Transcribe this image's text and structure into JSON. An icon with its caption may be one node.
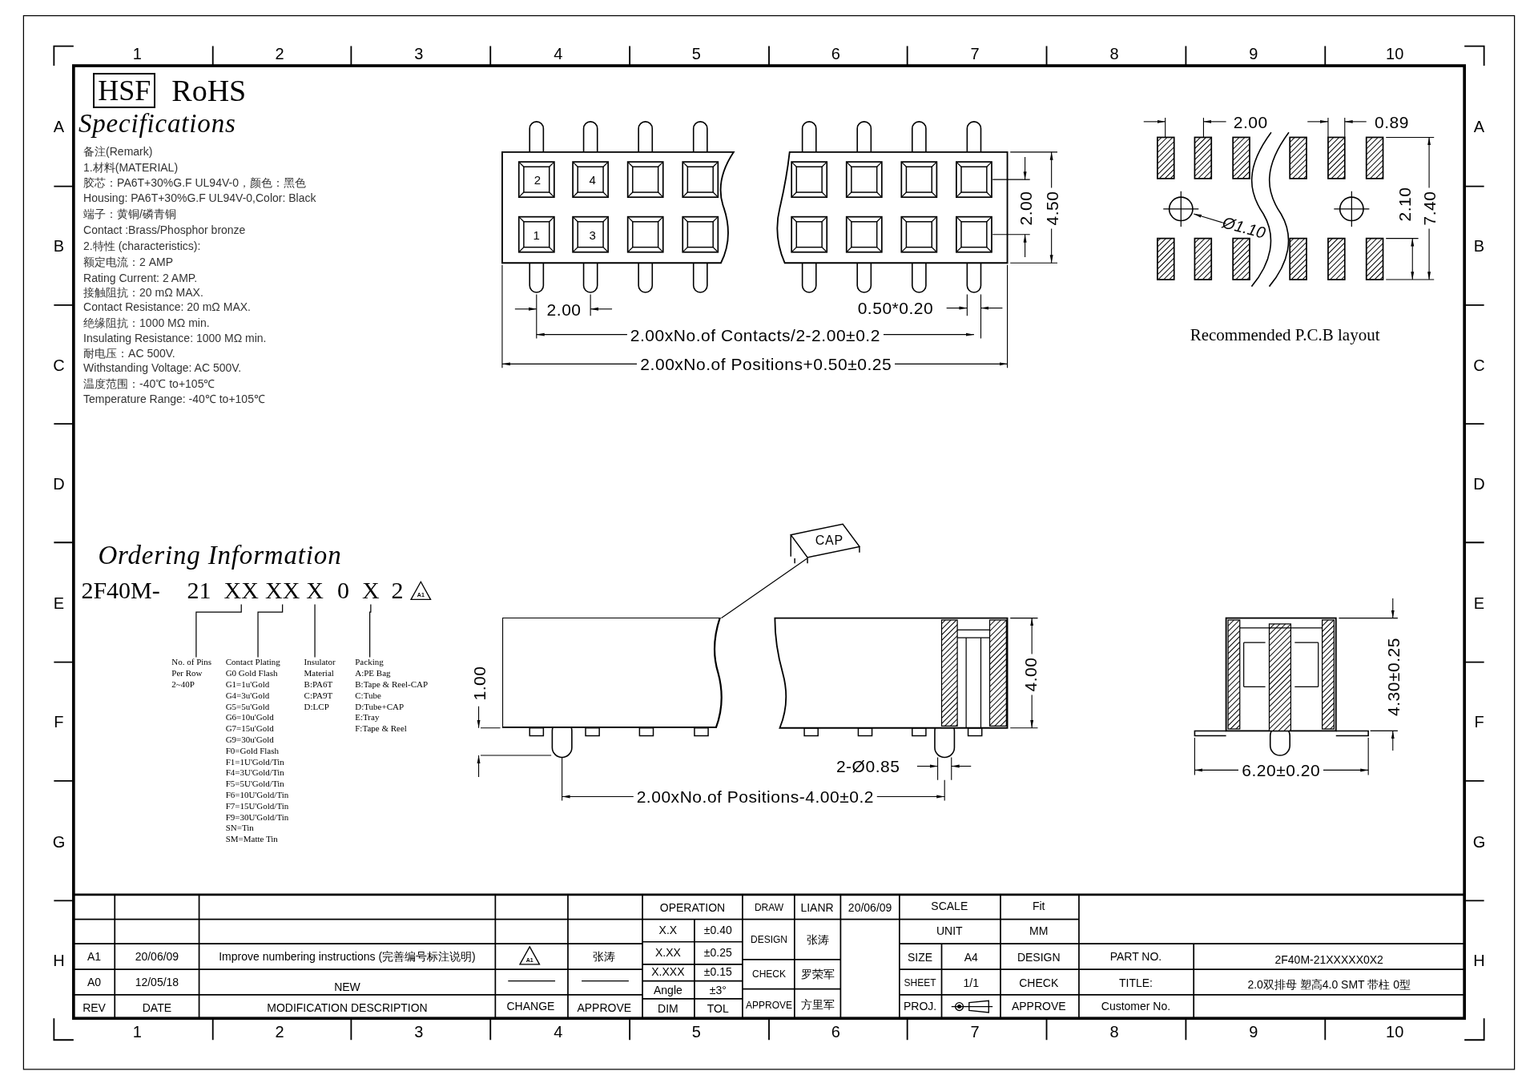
{
  "diagram": {
    "nodes": [
      {
        "text": [
          "XX"
        ]
      },
      {
        "text": [
          "XX"
        ]
      },
      {
        "text": [
          "X"
        ]
      },
      {
        "text": [
          "X"
        ]
      },
      {
        "text": [
          "No. of Pins Per Row",
          "2~40P"
        ]
      },
      {
        "text": [
          "Contact Plating",
          "G0 Gold Flash",
          "G1=1u'Gold",
          "G4=3u'Gold",
          "G5=5u'Gold",
          "G6=10u'Gold",
          "G7=15u'Gold",
          "G9=30u'Gold",
          "F0=Gold Flash",
          "F1=1U'Gold/Tin",
          "F4=3U'Gold/Tin",
          "F5=5U'Gold/Tin",
          "F6=10U'Gold/Tin",
          "F7=15U'Gold/Tin",
          "F9=30U'Gold/Tin",
          "SN=Tin",
          "SM=Matte Tin"
        ]
      },
      {
        "text": [
          "Insulator Material",
          "B:PA6T",
          "C:PA9T",
          "D:LCP"
        ]
      },
      {
        "text": [
          "Packing",
          "A:PE Bag",
          "B:Tape & Reel-CAP",
          "C:Tube",
          "D:Tube+CAP",
          "E:Tray",
          "F:Tape & Reel"
        ]
      },
      {
        "text": [
          "CAP"
        ]
      },
      {
        "text": [],
        "shape": "box"
      }
    ],
    "edges": [
      {
        "from": 0,
        "to": 4,
        "arrow": "none"
      },
      {
        "from": 1,
        "to": 5,
        "arrow": "none"
      },
      {
        "from": 2,
        "to": 6,
        "arrow": "none"
      },
      {
        "from": 3,
        "to": 7,
        "arrow": "none"
      },
      {
        "from": 8,
        "to": 9,
        "arrow": "none"
      }
    ],
    "labels": [
      "1",
      "2",
      "3",
      "4",
      "5",
      "6",
      "7",
      "8",
      "9",
      "10",
      "1",
      "2",
      "3",
      "4",
      "5",
      "6",
      "7",
      "8",
      "9",
      "10",
      "A",
      "B",
      "C",
      "D",
      "E",
      "F",
      "G",
      "H",
      "A",
      "B",
      "C",
      "D",
      "E",
      "F",
      "G",
      "H",
      "HSF",
      "RoHS",
      "Specifications",
      "备注(Remark)",
      "1.材料(MATERIAL)",
      "胶芯：PA6T+30%G.F UL94V-0，颜色：黑色",
      "Housing: PA6T+30%G.F UL94V-0,Color: Black",
      "端子：黄铜/磷青铜",
      "Contact :Brass/Phosphor bronze",
      "2.特性 (characteristics):",
      "额定电流：2 AMP",
      "Rating Current: 2 AMP.",
      "接触阻抗：20 mΩ MAX.",
      "Contact Resistance: 20 mΩ MAX.",
      "绝缘阻抗：1000 MΩ min.",
      "Insulating Resistance: 1000 MΩ min.",
      "耐电压：AC 500V.",
      "Withstanding Voltage: AC 500V.",
      "温度范围：-40℃ to+105℃",
      "Temperature Range: -40℃ to+105℃",
      "2.00",
      "0.50*0.20",
      "2.00xNo.of Contacts/2-2.00±0.2",
      "2.00xNo.of Positions+0.50±0.25",
      "2.00",
      "4.50",
      "2",
      "4",
      "1",
      "3",
      "2.00",
      "0.89",
      "Ø1.10",
      "2.10",
      "7.40",
      "Recommended P.C.B layout",
      "Ordering Information",
      "2F40M-",
      "21",
      "0",
      "2",
      "A1",
      "1.00",
      "4.00",
      "2-Ø0.85",
      "2.00xNo.of Positions-4.00±0.2",
      "4.30±0.25",
      "6.20±0.20",
      "OPERATION",
      "DRAW",
      "LIANR",
      "20/06/09",
      "SCALE",
      "Fit",
      "X.X",
      "±0.40",
      "DESIGN",
      "张涛",
      "UNIT",
      "MM",
      "A1",
      "20/06/09",
      "Improve numbering instructions (完善编号标注说明)",
      "A1",
      "张涛",
      "X.XX",
      "±0.25",
      "SIZE",
      "A4",
      "DESIGN",
      "PART NO.",
      "2F40M-21XXXXX0X2",
      "X.XXX",
      "±0.15",
      "CHECK",
      "罗荣军",
      "A0",
      "12/05/18",
      "NEW",
      "SHEET",
      "1/1",
      "CHECK",
      "TITLE:",
      "2.0双排母 塑高4.0 SMT 带柱 0型",
      "Angle",
      "±3°",
      "REV",
      "DATE",
      "MODIFICATION DESCRIPTION",
      "CHANGE",
      "APPROVE",
      "DIM",
      "TOL",
      "APPROVE",
      "方里军",
      "PROJ.",
      "APPROVE",
      "Customer No."
    ]
  }
}
